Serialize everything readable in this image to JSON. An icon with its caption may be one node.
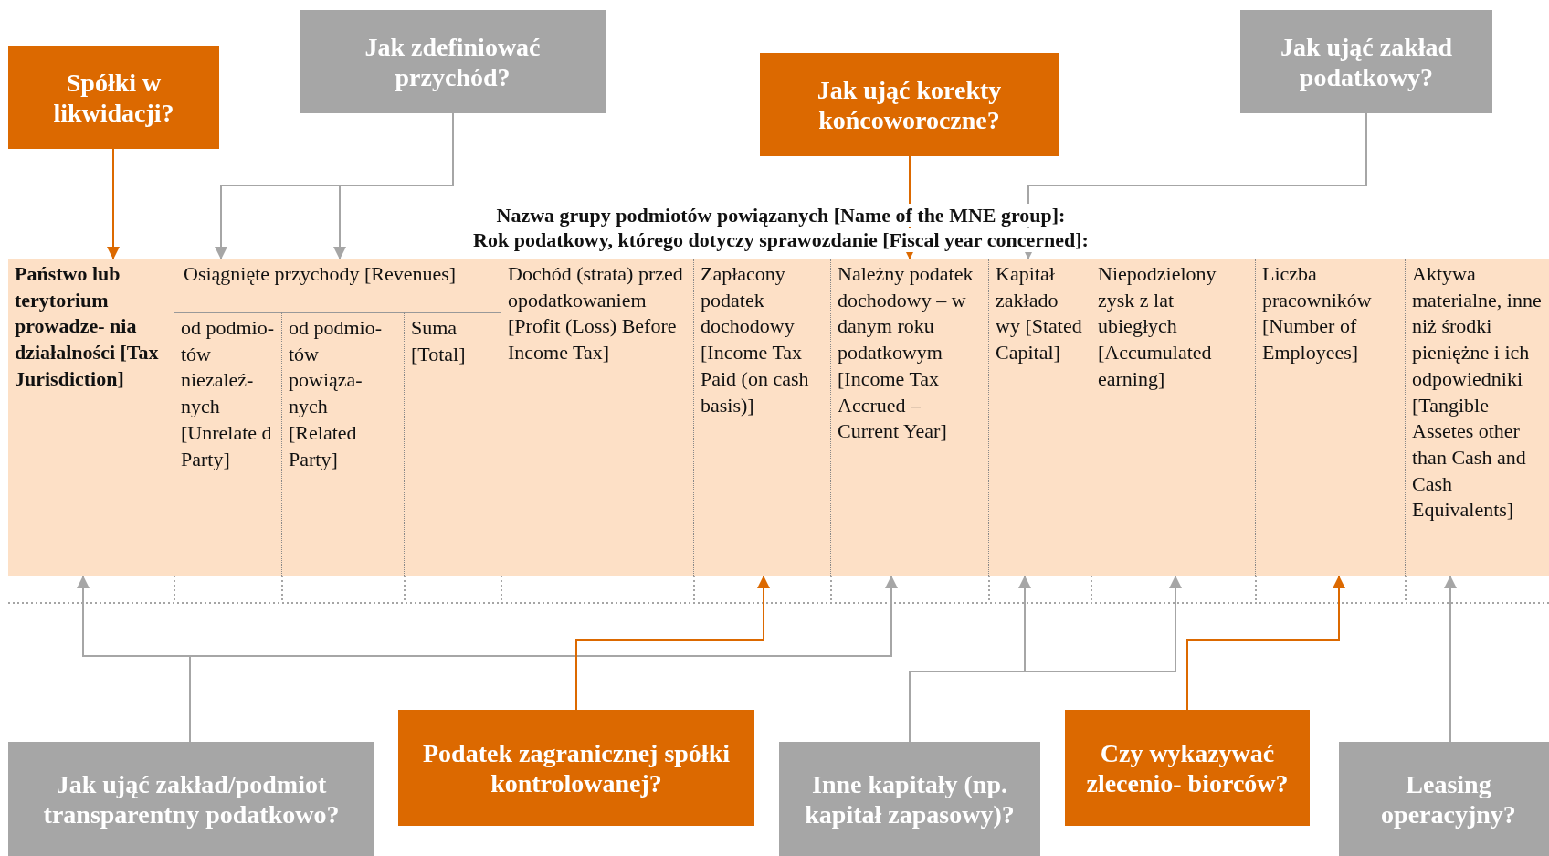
{
  "diagram": {
    "nodes": [
      {
        "text": [
          "Spółki w likwidacji?"
        ]
      },
      {
        "text": [
          "Jak zdefiniować przychód?"
        ]
      },
      {
        "text": [
          "Jak ująć korekty końcoworoczne?"
        ]
      },
      {
        "text": [
          "Jak ująć zakład podatkowy?"
        ]
      },
      {
        "text": [
          "Państwo lub terytorium prowadze- nia działalności [Tax Jurisdiction]"
        ]
      },
      {
        "text": [
          "Osiągnięte przychody [Revenues]"
        ]
      },
      {
        "text": [
          "od podmio- tów niezaleź- nych [Unrelate d Party]"
        ],
        "in": 5
      },
      {
        "text": [
          "od podmio- tów powiąza- nych [Related Party]"
        ],
        "in": 5
      },
      {
        "text": [
          "Suma [Total]"
        ],
        "in": 5
      },
      {
        "text": [
          "Dochód (strata) przed opodatkowaniem [Profit (Loss) Before Income Tax]"
        ]
      },
      {
        "text": [
          "Zapłacony podatek dochodowy [Income Tax Paid (on cash basis)]"
        ]
      },
      {
        "text": [
          "Należny podatek dochodowy – w danym roku podatkowym [Income Tax Accrued – Current Year]"
        ]
      },
      {
        "text": [
          "Kapitał zakłado wy [Stated Capital]"
        ]
      },
      {
        "text": [
          "Niepodzielony zysk z lat ubiegłych [Accumulated earning]"
        ]
      },
      {
        "text": [
          "Liczba pracowników [Number of Employees]"
        ]
      },
      {
        "text": [
          "Aktywa materialne, inne niż środki pieniężne i ich odpowiedniki [Tangible Assetes other than Cash and Cash Equivalents]"
        ]
      },
      {
        "text": [
          "Jak ująć zakład/podmiot transparentny podatkowo?"
        ]
      },
      {
        "text": [
          "Podatek zagranicznej spółki kontrolowanej?"
        ]
      },
      {
        "text": [
          "Inne kapitały (np. kapitał zapasowy)?"
        ]
      },
      {
        "text": [
          "Czy wykazywać zlecenio- biorców?"
        ]
      },
      {
        "text": [
          "Leasing operacyjny?"
        ]
      }
    ],
    "edges": [
      {
        "from": 0,
        "to": 4,
        "arrow": "to",
        "color": "#dc6900"
      },
      {
        "from": 1,
        "to": 5,
        "arrow": "to"
      },
      {
        "from": 1,
        "to": 5,
        "arrow": "to"
      },
      {
        "from": 2,
        "to": 11,
        "arrow": "to",
        "color": "#dc6900"
      },
      {
        "from": 3,
        "to": 12,
        "arrow": "to"
      },
      {
        "from": 16,
        "to": 4,
        "arrow": "to"
      },
      {
        "from": 16,
        "to": 11,
        "arrow": "to"
      },
      {
        "from": 17,
        "to": 10,
        "arrow": "to",
        "color": "#dc6900"
      },
      {
        "from": 18,
        "to": 12,
        "arrow": "to"
      },
      {
        "from": 18,
        "to": 13,
        "arrow": "to"
      },
      {
        "from": 19,
        "to": 14,
        "arrow": "to",
        "color": "#dc6900"
      },
      {
        "from": 20,
        "to": 15,
        "arrow": "to"
      }
    ],
    "labels": [
      "Nazwa grupy podmiotów powiązanych [Name of the MNE group]:",
      "Rok podatkowy, którego dotyczy sprawozdanie [Fiscal year concerned]:"
    ]
  }
}
